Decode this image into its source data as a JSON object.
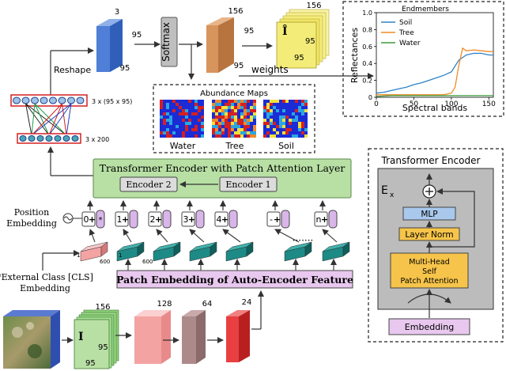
{
  "colors": {
    "blue_cube": "#4f7fd6",
    "orange_cube": "#d8945d",
    "yellow_cube": "#f3ec79",
    "green_block": "#b8e0a5",
    "teal_token": "#1d8a86",
    "pink_token": "#f4a3a3",
    "lavender_box": "#e8c8ee",
    "purple_token": "#d9b6e9",
    "encoder_gray": "#dcdcdc",
    "soil_line": "#2e82c6",
    "tree_line": "#ef8a26",
    "water_line": "#3d9b3d"
  },
  "top_row": {
    "blue_top_dim": "3",
    "blue_side_dim": "95",
    "blue_depth_dim": "95",
    "softmax_label": "Softmax",
    "orange_top_dim": "156",
    "orange_side_dim": "95",
    "orange_depth_dim": "95",
    "yellow_top_dim": "156",
    "yellow_symbol": "Î",
    "yellow_side_dim": "95",
    "yellow_depth_dim": "95",
    "weights_label": "weights",
    "reshape_label": "Reshape"
  },
  "mlp": {
    "top_layer_label": "3 x (95 x 95)",
    "bottom_layer_label": "3 x 200"
  },
  "abundance": {
    "title": "Abundance Maps",
    "maps": [
      {
        "label": "Water"
      },
      {
        "label": "Tree"
      },
      {
        "label": "Soil"
      }
    ]
  },
  "endmember_chart": {
    "chart_data": {
      "type": "line",
      "title": "Endmembers",
      "xlabel": "Spectral bands",
      "ylabel": "Reflectances",
      "xlim": [
        0,
        156
      ],
      "ylim": [
        0,
        1.0
      ],
      "xticks": [
        0,
        50,
        100,
        150
      ],
      "yticks": [
        0,
        0.2,
        0.4,
        0.6,
        0.8,
        1.0
      ],
      "ytick_labels": [
        "0",
        "0.2",
        "0.4",
        "0.6",
        "0.8",
        "1.0"
      ],
      "legend_position": "top-left",
      "series": [
        {
          "name": "Soil",
          "color": "#2e82c6",
          "x": [
            0,
            10,
            20,
            30,
            40,
            50,
            60,
            70,
            80,
            90,
            100,
            110,
            120,
            130,
            140,
            150,
            156
          ],
          "y": [
            0.05,
            0.06,
            0.08,
            0.1,
            0.12,
            0.15,
            0.17,
            0.2,
            0.23,
            0.26,
            0.3,
            0.44,
            0.5,
            0.52,
            0.52,
            0.5,
            0.5
          ]
        },
        {
          "name": "Tree",
          "color": "#ef8a26",
          "x": [
            0,
            10,
            20,
            30,
            40,
            50,
            60,
            70,
            80,
            90,
            100,
            105,
            110,
            115,
            120,
            130,
            140,
            150,
            156
          ],
          "y": [
            0.03,
            0.03,
            0.03,
            0.03,
            0.03,
            0.03,
            0.03,
            0.03,
            0.03,
            0.03,
            0.05,
            0.12,
            0.38,
            0.58,
            0.55,
            0.56,
            0.55,
            0.54,
            0.54
          ]
        },
        {
          "name": "Water",
          "color": "#3d9b3d",
          "x": [
            0,
            20,
            40,
            60,
            80,
            100,
            120,
            140,
            156
          ],
          "y": [
            0.01,
            0.02,
            0.02,
            0.02,
            0.02,
            0.02,
            0.02,
            0.02,
            0.02
          ]
        }
      ]
    }
  },
  "transformer": {
    "title": "Transformer Encoder with Patch Attention Layer",
    "encoder2": "Encoder 2",
    "encoder1": "Encoder 1",
    "position_label_line1": "Position",
    "position_label_line2": "Embedding",
    "tokens": [
      "0",
      "1",
      "2",
      "3",
      "4",
      "-",
      "n"
    ],
    "patch_embedding": "Patch Embedding of Auto-Encoder Feature",
    "cls_line1": "*External Class [CLS]",
    "cls_line2": "Embedding",
    "token_dim_one": "1",
    "token_dim_600": "600",
    "dots": "·······"
  },
  "detail": {
    "title": "Transformer Encoder",
    "ex_label": "E",
    "ex_sub": "x",
    "mlp": "MLP",
    "layer_norm": "Layer Norm",
    "attn_line1": "Multi-Head",
    "attn_line2": "Self",
    "attn_line3": "Patch Attention",
    "embedding": "Embedding"
  },
  "bottom": {
    "green_top_dim": "156",
    "green_symbol": "I",
    "green_side_dim": "95",
    "green_depth_dim": "95",
    "pink_top_dim": "128",
    "mauve_top_dim": "64",
    "red_top_dim": "24"
  }
}
